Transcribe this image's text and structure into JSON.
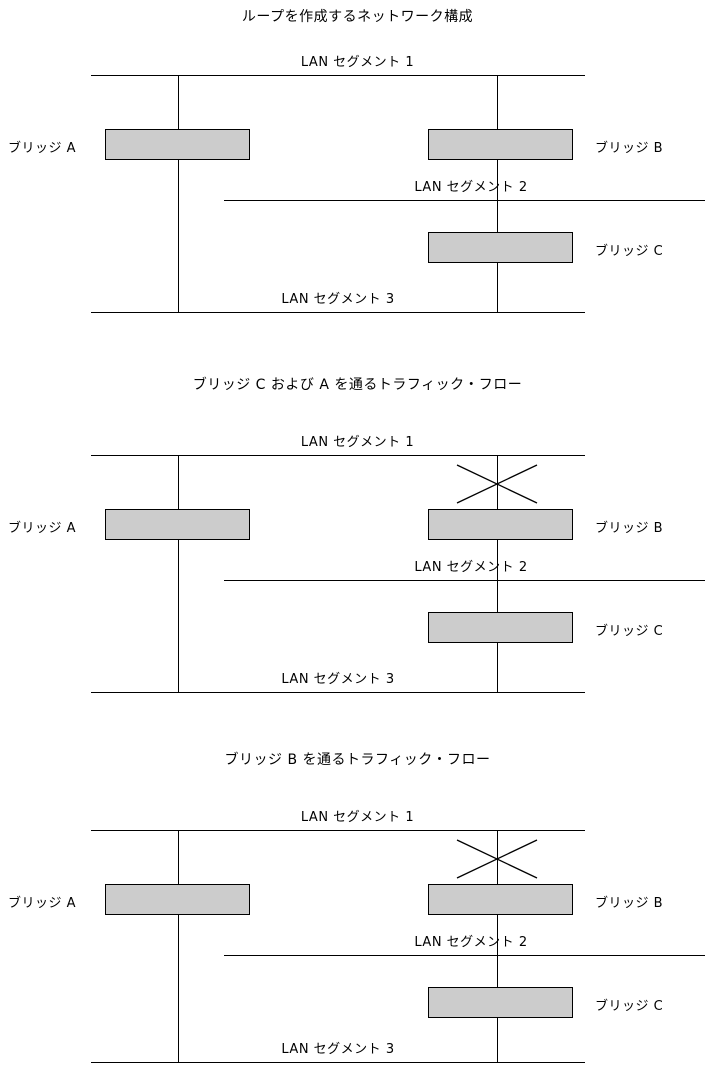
{
  "figures": [
    {
      "title": "ループを作成するネットワーク構成",
      "segments": [
        {
          "label": "LAN セグメント 1"
        },
        {
          "label": "LAN セグメント 2"
        },
        {
          "label": "LAN セグメント 3"
        }
      ],
      "bridges": [
        {
          "label": "ブリッジ A"
        },
        {
          "label": "ブリッジ B"
        },
        {
          "label": "ブリッジ C"
        }
      ],
      "blocked_port": false
    },
    {
      "title": "ブリッジ C および A を通るトラフィック・フロー",
      "segments": [
        {
          "label": "LAN セグメント 1"
        },
        {
          "label": "LAN セグメント 2"
        },
        {
          "label": "LAN セグメント 3"
        }
      ],
      "bridges": [
        {
          "label": "ブリッジ A"
        },
        {
          "label": "ブリッジ B"
        },
        {
          "label": "ブリッジ C"
        }
      ],
      "blocked_port": true
    },
    {
      "title": "ブリッジ B を通るトラフィック・フロー",
      "segments": [
        {
          "label": "LAN セグメント 1"
        },
        {
          "label": "LAN セグメント 2"
        },
        {
          "label": "LAN セグメント 3"
        }
      ],
      "bridges": [
        {
          "label": "ブリッジ A"
        },
        {
          "label": "ブリッジ B"
        },
        {
          "label": "ブリッジ C"
        }
      ],
      "blocked_port": true
    }
  ],
  "colors": {
    "bridge_fill": "#cccccc",
    "line": "#000000",
    "background": "#ffffff"
  }
}
